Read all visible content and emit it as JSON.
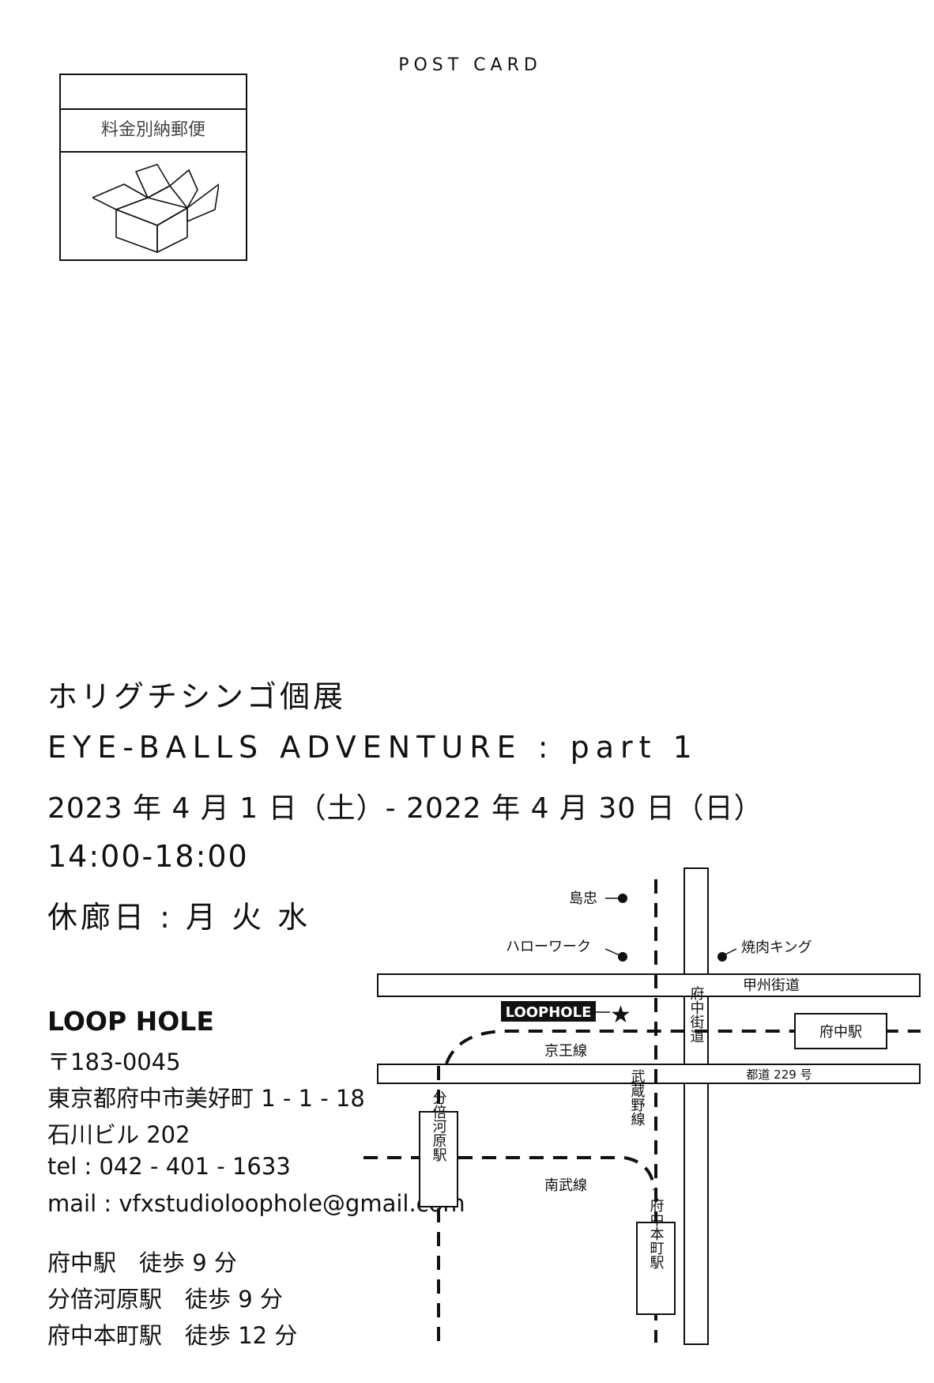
{
  "postcard": {
    "header": "POST CARD",
    "stamp_label": "料金別納郵便"
  },
  "event": {
    "title": "ホリグチシンゴ個展",
    "name": "EYE-BALLS ADVENTURE : part 1",
    "dates": "2023 年 4 月 1 日（土）- 2022 年 4 月 30 日（日）",
    "hours": "14:00-18:00",
    "closed": "休廊日 : 月 火 水"
  },
  "venue": {
    "name": "LOOP HOLE",
    "zip": "〒183-0045",
    "address": "東京都府中市美好町 1 - 1 - 18",
    "building": "石川ビル 202",
    "tel": "tel : 042 - 401 - 1633",
    "mail": "mail : vfxstudioloophole@gmail.com"
  },
  "access": [
    "府中駅　徒歩 9 分",
    "分倍河原駅　徒歩 9 分",
    "府中本町駅　徒歩 12 分"
  ],
  "map": {
    "shimachu": "島忠",
    "hello_work": "ハローワーク",
    "yakiniku_king": "焼肉キング",
    "koshu_kaido": "甲州街道",
    "loophole_marker": "LOOPHOLE",
    "fuchu_kaido": "府中街道",
    "fuchu_station": "府中駅",
    "keio_line": "京王線",
    "route_229": "都道 229 号",
    "musashino_line": "武蔵野線",
    "bubaigawara_station": "分倍河原駅",
    "nambu_line": "南武線",
    "fuchu_hommachi_station": "府中本町駅"
  }
}
